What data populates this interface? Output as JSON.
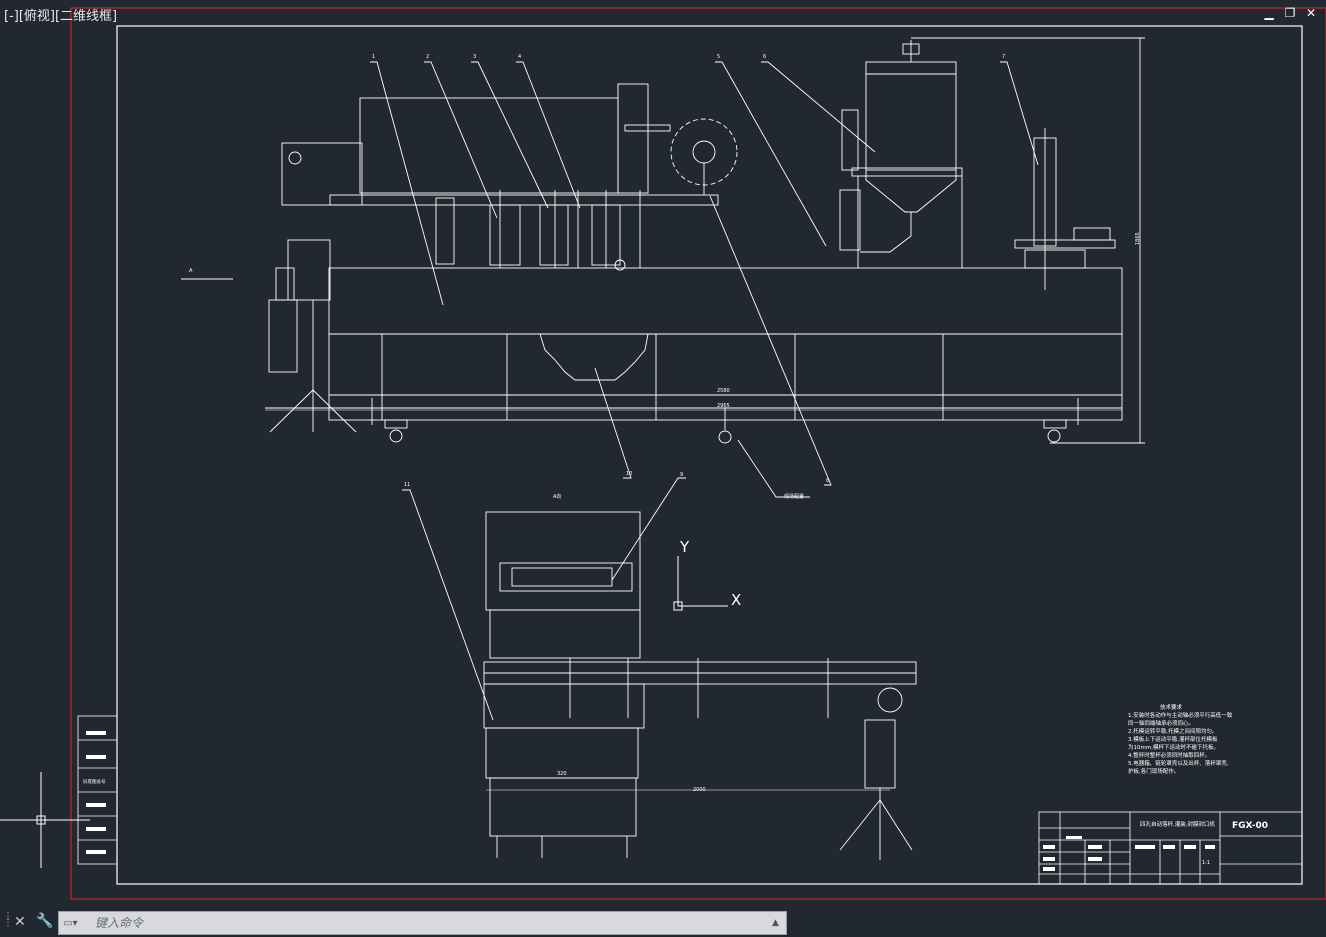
{
  "viewport": {
    "label": "[-][俯视][二维线框]"
  },
  "window_controls": {
    "minimize": "▁",
    "restore": "❐",
    "close": "✕"
  },
  "drawing": {
    "dimensions": {
      "d1": "2580",
      "d2": "2965",
      "d3": "1865",
      "d4": "320",
      "d5": "2000"
    },
    "callouts": {
      "c1": "1",
      "c2": "2",
      "c3": "3",
      "c4": "4",
      "c5": "5",
      "c6": "6",
      "c7": "7",
      "c8": "8",
      "c9": "9",
      "c10": "10",
      "c11": "11"
    },
    "section_label_a": "A",
    "view_label": "A向",
    "note_pipe": "现场配置",
    "technical_requirements": {
      "title": "技术要求",
      "lines": [
        "1.安装时各动作与主动轴必须平行高低一致",
        "  同一轴同端轴承必须同心。",
        "2.托模运转平稳,托模之间间隙均匀。",
        "3.模板上下运动平稳,灌杯部位托模板",
        "  为10mm,模杯下运动时不碰下托板。",
        "4.整杯时整杯必须同时抽取四杯。",
        "5.电器箱、链轮罩壳以及出杯、落杯罩壳,",
        "  护板,各门现场配作。"
      ]
    },
    "title_block": {
      "drawing_name": "四孔自动落杯,灌装,封膜封口机",
      "drawing_number": "FGX-00",
      "scale": "1:1"
    },
    "ucs": {
      "x_label": "X",
      "y_label": "Y"
    },
    "left_table_label": "旧底图总号"
  },
  "command_line": {
    "placeholder": "键入命令"
  },
  "colors": {
    "background": "#212830",
    "frame_red": "#c0262c",
    "lines": "#ffffff"
  }
}
